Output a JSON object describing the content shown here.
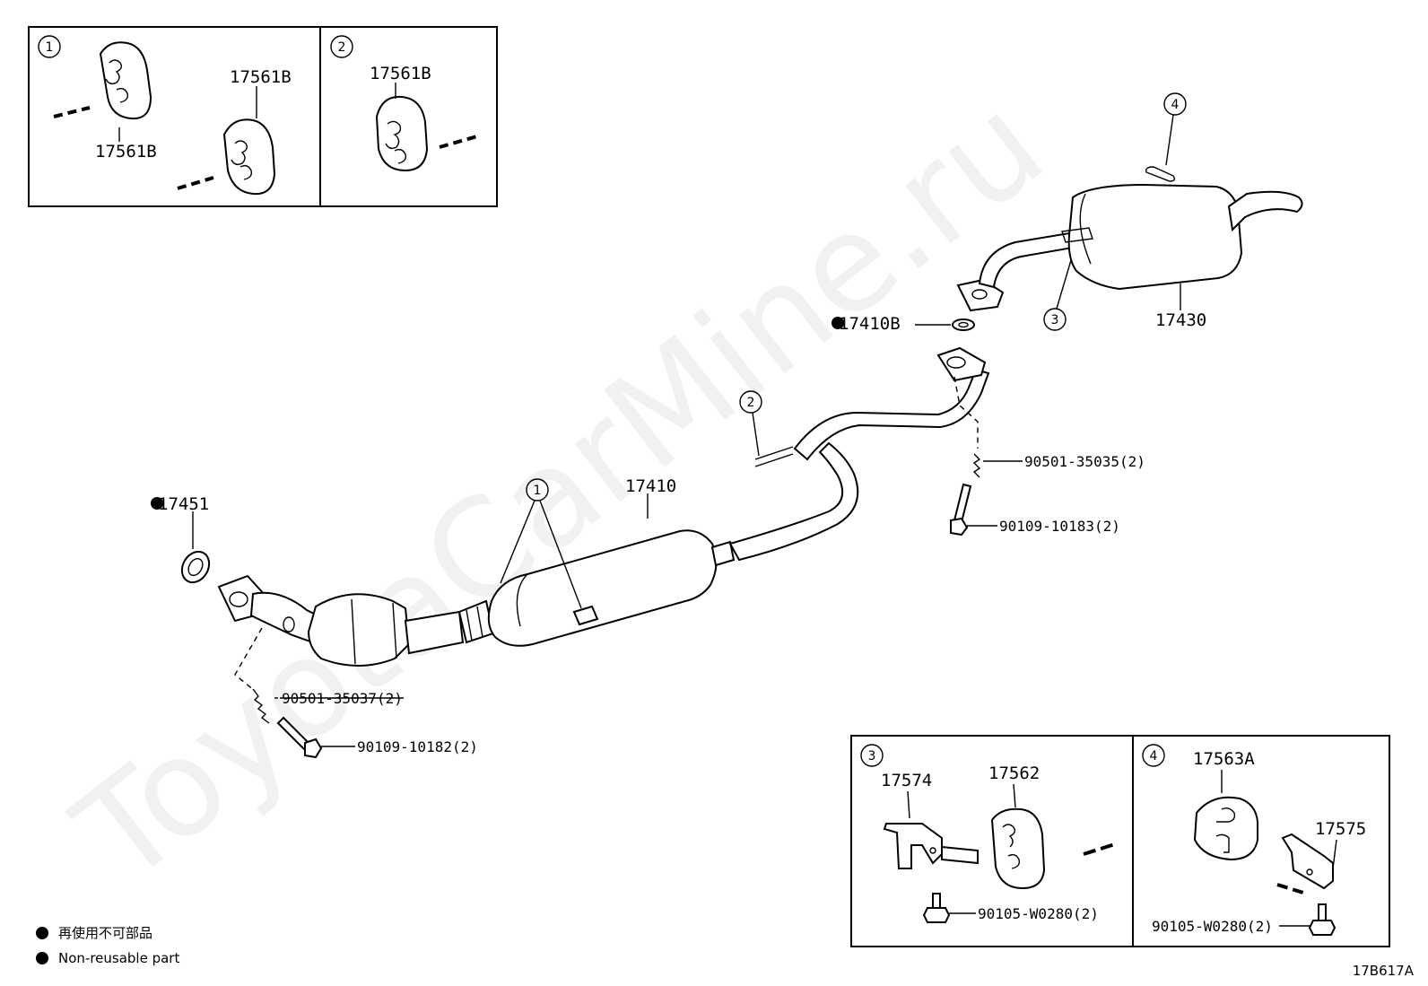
{
  "watermark": "ToyotaCarMine.ru",
  "diagram_id": "17B617A",
  "legend": {
    "items": [
      {
        "symbol": "●",
        "text": "再使用不可部品"
      },
      {
        "symbol": "●",
        "text": "Non-reusable part"
      }
    ]
  },
  "detail_boxes": {
    "box1": {
      "ref": "1",
      "labels": [
        "17561B",
        "17561B"
      ]
    },
    "box2": {
      "ref": "2",
      "labels": [
        "17561B"
      ]
    },
    "box3": {
      "ref": "3",
      "labels": [
        "17574",
        "17562",
        "90105-W0280(2)"
      ]
    },
    "box4": {
      "ref": "4",
      "labels": [
        "17563A",
        "17575",
        "90105-W0280(2)"
      ]
    }
  },
  "callouts": {
    "c1": "1",
    "c2": "2",
    "c3": "3",
    "c4": "4"
  },
  "parts": {
    "gasket_front": "●17451",
    "pipe_main": "17410",
    "gasket_rear": "●17410B",
    "muffler": "17430",
    "spring_front": "90501-35037(2)",
    "bolt_front": "90109-10182(2)",
    "spring_rear": "90501-35035(2)",
    "bolt_rear": "90109-10183(2)"
  }
}
